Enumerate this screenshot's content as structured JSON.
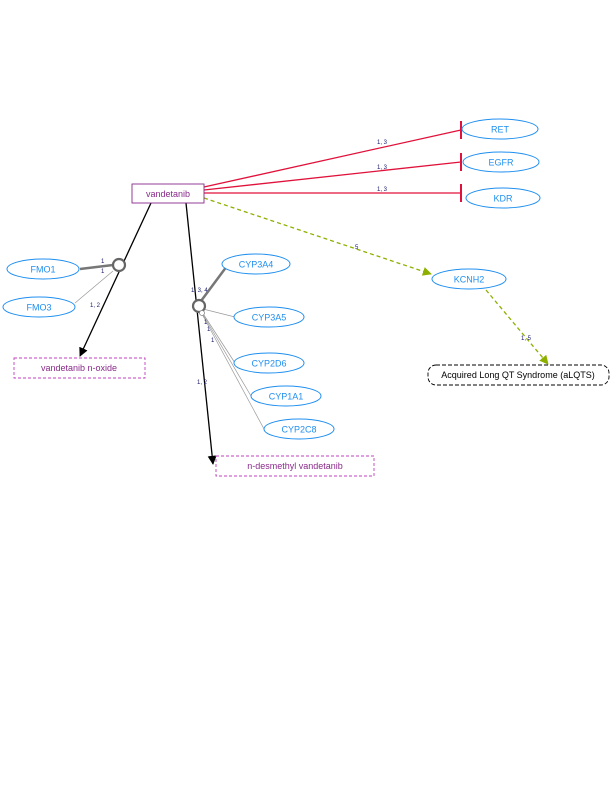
{
  "colors": {
    "gene": "#1f8ff0",
    "drug": "#8a2a8a",
    "inhibit": "#e0113a",
    "arrow": "#000000",
    "association": "#8db000",
    "label": "#1a1a6e",
    "pheno": "#000000"
  },
  "drug": {
    "label": "vandetanib"
  },
  "targets": [
    {
      "label": "RET",
      "edge_label": "1, 3"
    },
    {
      "label": "EGFR",
      "edge_label": "1, 3"
    },
    {
      "label": "KDR",
      "edge_label": "1, 3"
    }
  ],
  "association": {
    "gene": "KCNH2",
    "drug_edge_label": "5",
    "phenotype": "Acquired Long QT Syndrome (aLQTS)",
    "pheno_edge_label": "1, 5"
  },
  "fmo_branch": {
    "enzymes": [
      "FMO1",
      "FMO3"
    ],
    "enzyme_edge_labels": [
      "1",
      "1"
    ],
    "product": "vandetanib n-oxide",
    "product_edge_label": "1, 2"
  },
  "cyp_branch": {
    "enzymes": [
      "CYP3A4",
      "CYP3A5",
      "CYP2D6",
      "CYP1A1",
      "CYP2C8"
    ],
    "enzyme_edge_labels": [
      "1, 3, 4",
      "1",
      "1",
      "1"
    ],
    "product": "n-desmethyl vandetanib",
    "product_edge_label": "1, 2"
  }
}
